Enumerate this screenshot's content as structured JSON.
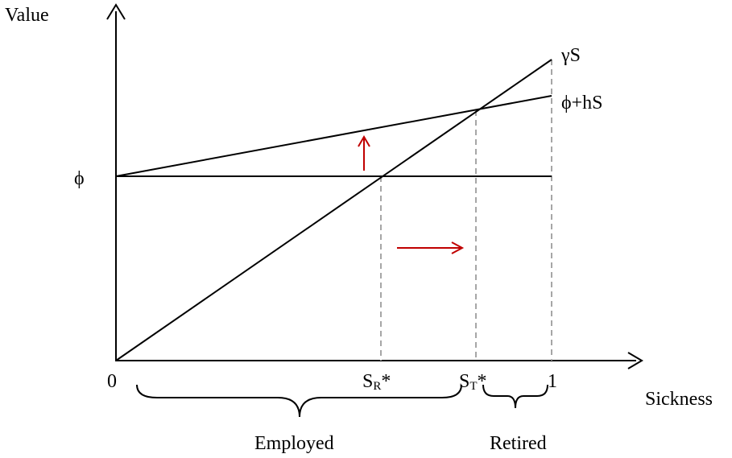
{
  "axes": {
    "y_label": "Value",
    "x_label": "Sickness",
    "origin_label": "0",
    "x_end_label": "1",
    "phi_label": "ϕ"
  },
  "lines": {
    "gamma_s_label": "γS",
    "phi_hs_label": "ϕ+hS"
  },
  "thresholds": {
    "sr": {
      "main": "S",
      "sub": "R",
      "star": "*"
    },
    "st": {
      "main": "S",
      "sub": "T",
      "star": "*"
    }
  },
  "regions": {
    "employed": "Employed",
    "retired": "Retired"
  },
  "colors": {
    "axis": "#000000",
    "guide": "#a6a6a6",
    "arrow": "#c00000"
  }
}
